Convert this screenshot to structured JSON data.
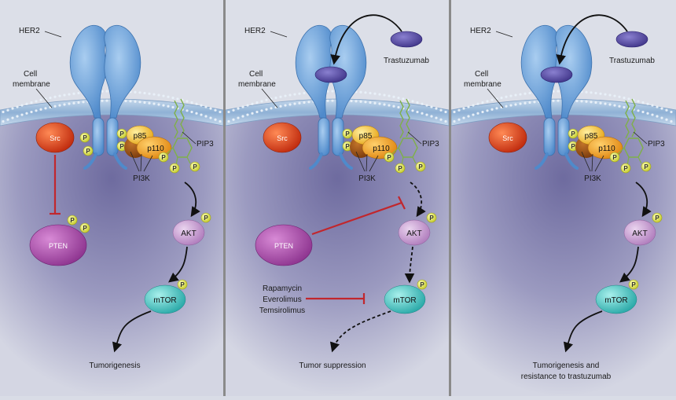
{
  "labels": {
    "her2": "HER2",
    "cell_membrane_line1": "Cell",
    "cell_membrane_line2": "membrane",
    "trastuzumab": "Trastuzumab",
    "src": "Src",
    "p": "P",
    "p85": "p85",
    "p110": "p110",
    "pip3": "PIP3",
    "pi3k": "PI3K",
    "pten": "PTEN",
    "akt": "AKT",
    "mtor": "mTOR"
  },
  "panels": [
    {
      "outcome_line1": "Tumorigenesis",
      "outcome_line2": ""
    },
    {
      "outcome_line1": "Tumor suppression",
      "outcome_line2": ""
    },
    {
      "outcome_line1": "Tumorigenesis and",
      "outcome_line2": "resistance to trastuzumab"
    }
  ],
  "drugs": [
    "Rapamycin",
    "Everolimus",
    "Temsirolimus"
  ],
  "colors": {
    "background": "#d9dce6",
    "cytoplasm": "#8e8db7",
    "membrane": "#a9c4de",
    "her2": "#6ea4da",
    "src": "#d9411c",
    "phospho": "#e0e45a",
    "p85": "#f2c038",
    "p110": "#ee9d20",
    "p110_dark": "#9c4f15",
    "pten": "#a24aa0",
    "akt": "#c79ccf",
    "mtor": "#46c6c4",
    "trastuzumab": "#5b4ea6",
    "inhibit": "#c1272d"
  }
}
